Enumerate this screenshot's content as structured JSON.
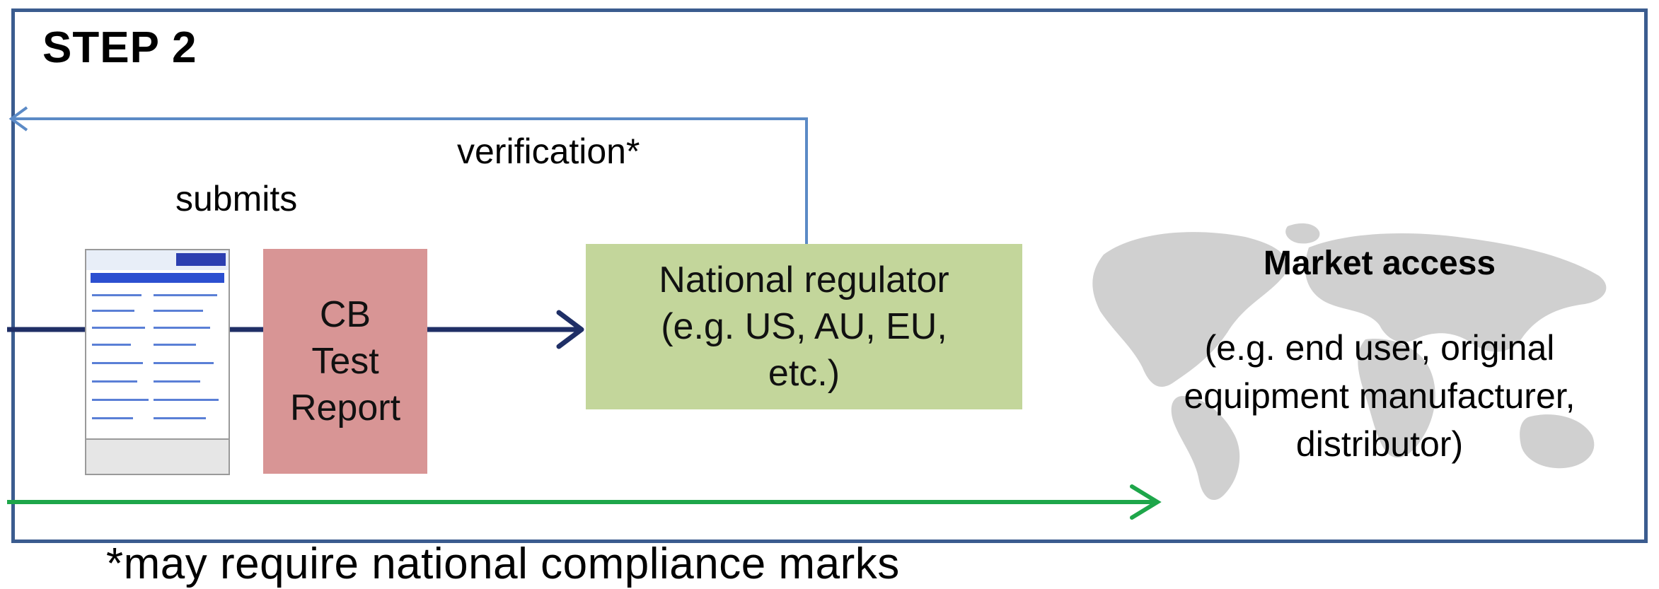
{
  "diagram": {
    "title": "STEP 2",
    "labels": {
      "verification": "verification*",
      "submits": "submits"
    },
    "cb_report": [
      "CB",
      "Test",
      "Report"
    ],
    "regulator": [
      "National regulator",
      "(e.g. US, AU, EU,",
      "etc.)"
    ],
    "market": {
      "title": "Market access",
      "description": [
        "(e.g. end user, original",
        "equipment manufacturer,",
        "distributor)"
      ]
    },
    "footnote": "*may require national compliance marks"
  },
  "colors": {
    "frame": "#3b5c8f",
    "verification_arrow": "#5b8ac6",
    "submit_arrow": "#1f2f66",
    "market_arrow": "#1ea64a",
    "cb_box": "#d89595",
    "regulator_box": "#c3d69b",
    "map": "#c8c8c8"
  }
}
